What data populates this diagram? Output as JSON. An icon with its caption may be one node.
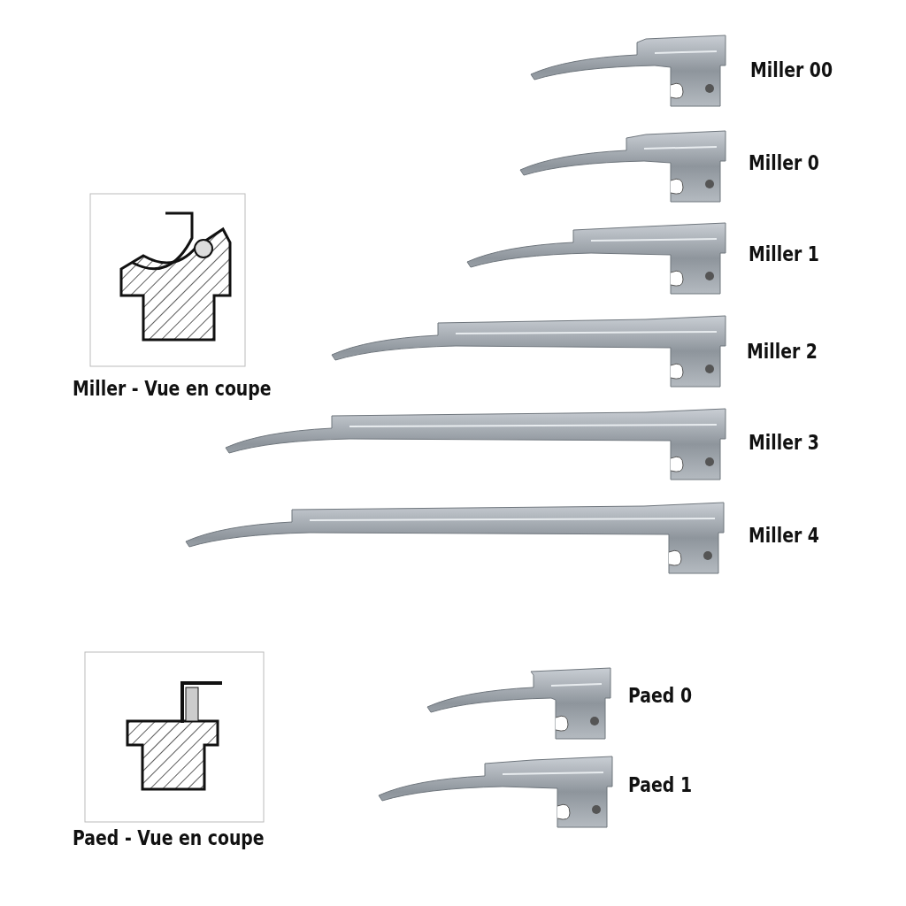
{
  "diagram": {
    "labels": [
      "Miller 00",
      "Miller 0",
      "Miller 1",
      "Miller 2",
      "Miller - Vue en coupe",
      "Miller 3",
      "Miller 4",
      "Paed 0",
      "Paed 1",
      "Paed - Vue en coupe"
    ]
  }
}
